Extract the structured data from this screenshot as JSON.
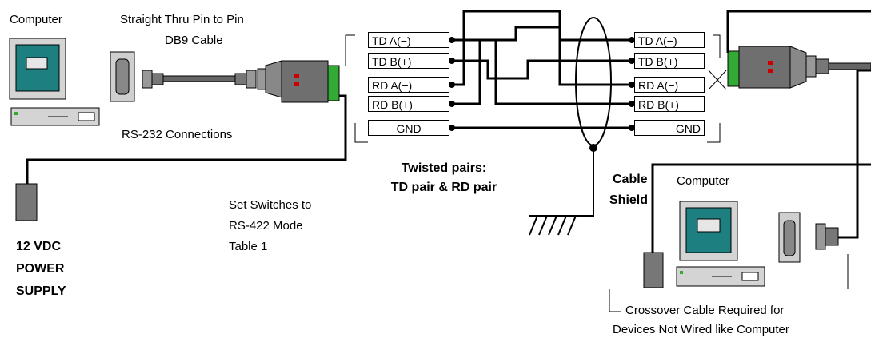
{
  "labels": {
    "computer_left": "Computer",
    "cable_title_line1": "Straight Thru Pin to Pin",
    "cable_title_line2": "DB9 Cable",
    "rs232": "RS-232 Connections",
    "twisted_line1": "Twisted pairs:",
    "twisted_line2": "TD pair & RD pair",
    "cable_shield_line1": "Cable",
    "cable_shield_line2": "Shield",
    "computer_right": "Computer",
    "switches_line1": "Set Switches to",
    "switches_line2": "RS-422 Mode",
    "switches_line3": "Table 1",
    "power_line1": "12 VDC",
    "power_line2": "POWER",
    "power_line3": "SUPPLY",
    "crossover_line1": "Crossover Cable Required for",
    "crossover_line2": "Devices Not  Wired like Computer"
  },
  "left_terminals": [
    "TD A(−)",
    "TD B(+)",
    "RD A(−)",
    "RD B(+)",
    "GND"
  ],
  "right_terminals": [
    "TD A(−)",
    "TD B(+)",
    "RD A(−)",
    "RD B(+)",
    "GND"
  ],
  "colors": {
    "ink": "#000000",
    "device_gray": "#777777",
    "screen_teal": "#1e7f80",
    "led_red": "#cc0000",
    "led_green": "#33aa33"
  }
}
